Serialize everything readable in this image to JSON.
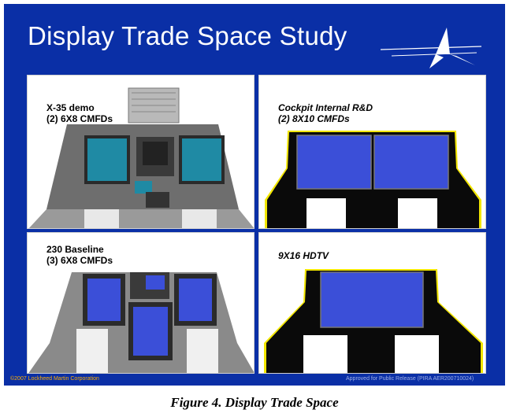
{
  "slide": {
    "title": "Display Trade Space Study",
    "footer_copyright": "©2007 Lockheed Martin Corporation",
    "footer_release": "Approved for Public Release (PIRA AER200710024)"
  },
  "panels": [
    {
      "line1": "X-35 demo",
      "line2": "(2) 6X8 CMFDs"
    },
    {
      "line1": "Cockpit Internal R&D",
      "line2": "(2) 8X10 CMFDs"
    },
    {
      "line1": "230 Baseline",
      "line2": "(3) 6X8 CMFDs"
    },
    {
      "line1": "9X16 HDTV",
      "line2": ""
    }
  ],
  "caption": "Figure 4. Display Trade Space",
  "colors": {
    "slide_background": "#0a2fa6",
    "display_blue": "#3b4fd8",
    "footer_gold": "#ffb000",
    "console_yellow_edge": "#f2e600"
  },
  "icons": [
    "lockheed-star-logo"
  ]
}
